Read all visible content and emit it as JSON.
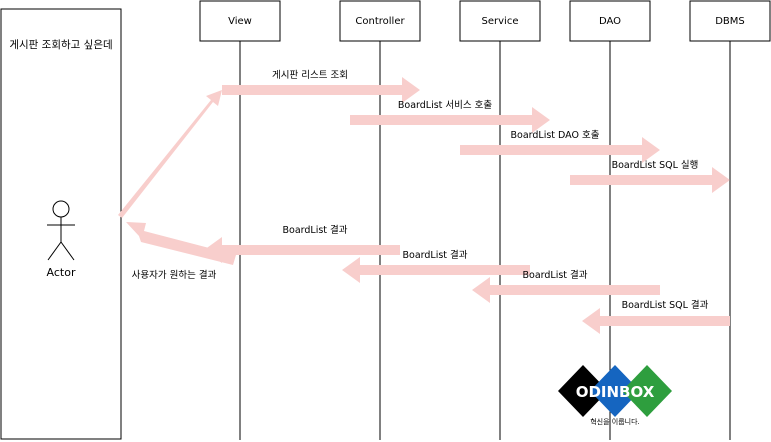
{
  "actor_box": {
    "title": "게시판 조회하고 싶은데",
    "actor_name": "Actor"
  },
  "lifelines": [
    {
      "id": "view",
      "label": "View"
    },
    {
      "id": "controller",
      "label": "Controller"
    },
    {
      "id": "service",
      "label": "Service"
    },
    {
      "id": "dao",
      "label": "DAO"
    },
    {
      "id": "dbms",
      "label": "DBMS"
    }
  ],
  "messages": [
    {
      "id": "msg-1",
      "label": "게시판 리스트 조회"
    },
    {
      "id": "msg-2",
      "label": "BoardList 서비스 호출"
    },
    {
      "id": "msg-3",
      "label": "BoardList DAO 호출"
    },
    {
      "id": "msg-4",
      "label": "BoardList SQL 실행"
    },
    {
      "id": "ret-1",
      "label": "BoardList SQL 결과"
    },
    {
      "id": "ret-2",
      "label": "BoardList 결과"
    },
    {
      "id": "ret-3",
      "label": "BoardList 결과"
    },
    {
      "id": "ret-4",
      "label": "BoardList 결과"
    },
    {
      "id": "ret-5",
      "label": "사용자가 원하는 결과"
    }
  ],
  "logo": {
    "text": "ODINBOX",
    "tagline": "혁신을 이룹니다.",
    "colors": [
      "#000000",
      "#1565c0",
      "#2e9e3e"
    ]
  },
  "colors": {
    "arrow": "#f8cecc",
    "line": "#000000"
  }
}
